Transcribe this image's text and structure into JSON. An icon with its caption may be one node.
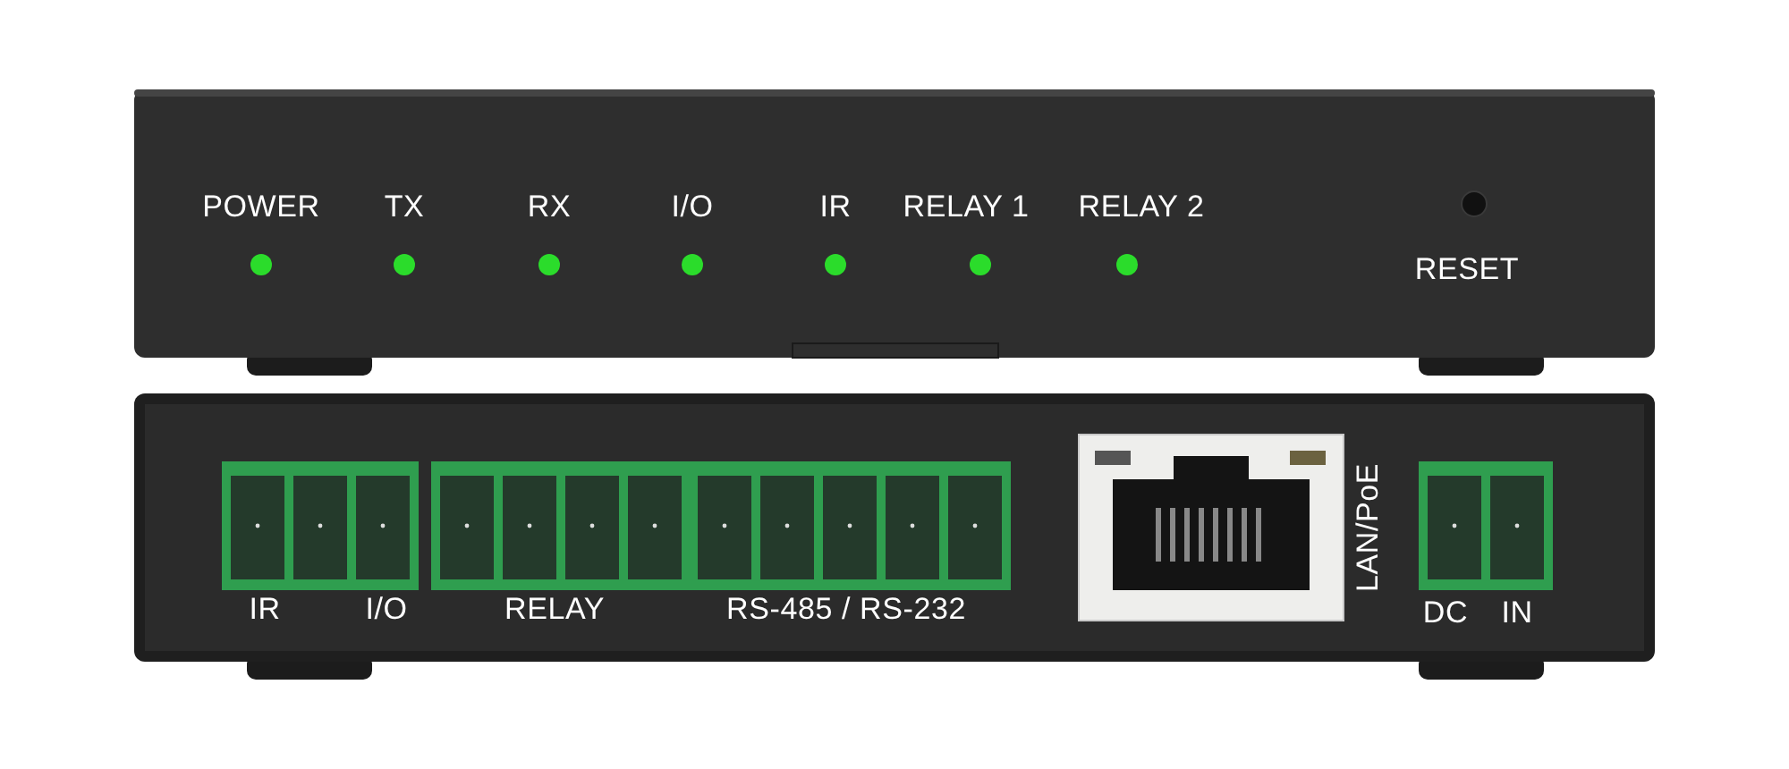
{
  "diagram": {
    "labels": [
      "POWER",
      "TX",
      "RX",
      "I/O",
      "IR",
      "RELAY 1",
      "RELAY 2",
      "RESET",
      "IR",
      "I/O",
      "RELAY",
      "RS-485 / RS-232",
      "LAN/PoE",
      "DC",
      "IN"
    ]
  }
}
